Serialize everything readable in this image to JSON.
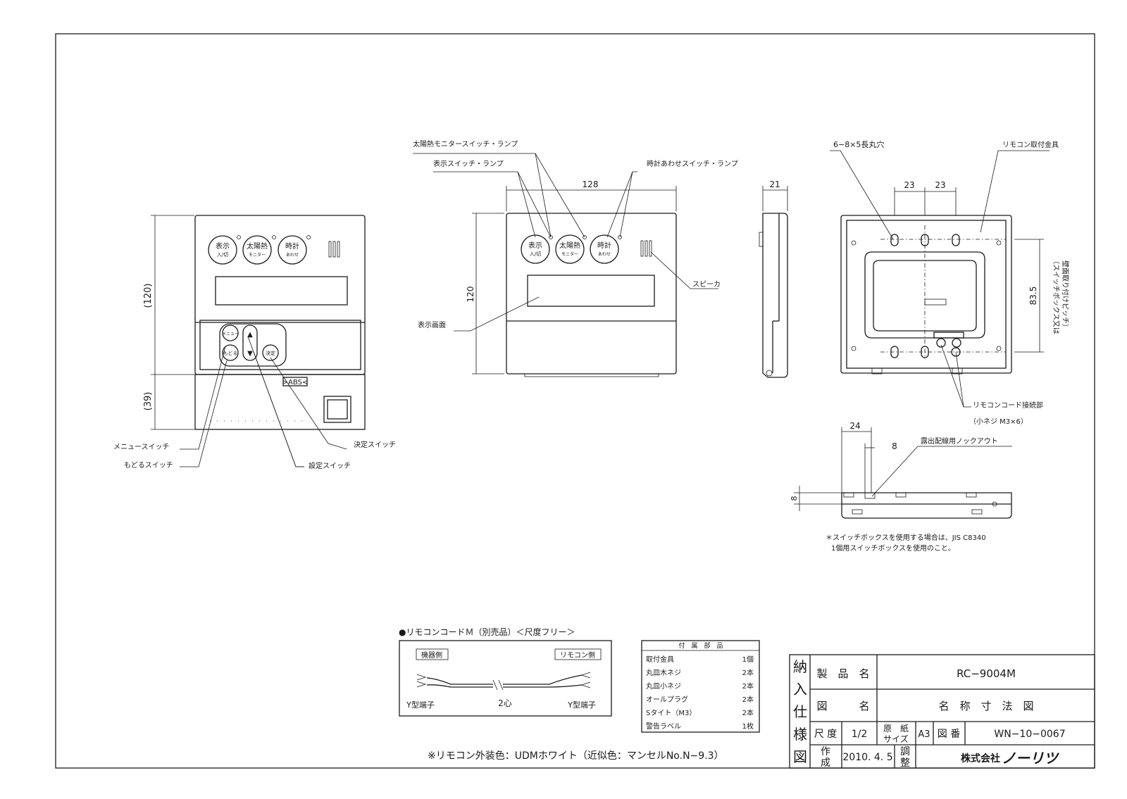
{
  "front_view": {
    "dim_upper": "(120)",
    "dim_lower": "(39)",
    "button_hyoji": "表示",
    "button_hyoji_sub": "入/切",
    "button_taiyonetsu": "太陽熱",
    "button_taiyonetsu_sub": "モニター",
    "button_tokei": "時計",
    "button_tokei_sub": "あわせ",
    "button_menu": "メニュー",
    "button_modoru": "もどる",
    "button_kettei": "決定",
    "abs_mark": ">ABS<",
    "callouts": {
      "menu_switch": "メニュースイッチ",
      "modoru_switch": "もどるスイッチ",
      "kettei_switch": "決定スイッチ",
      "settei_switch": "設定スイッチ"
    }
  },
  "mid_view": {
    "dim_width": "128",
    "dim_height": "120",
    "callouts": {
      "solar_monitor": "太陽熱モニタースイッチ・ランプ",
      "display_switch": "表示スイッチ・ランプ",
      "clock_switch": "時計あわせスイッチ・ランプ",
      "speaker": "スピーカ",
      "display_screen": "表示画面"
    }
  },
  "side_view": {
    "dim_depth": "21"
  },
  "back_view": {
    "holes_label": "6−8×5長丸穴",
    "bracket_label": "リモコン取付金具",
    "dim_pitch_1": "23",
    "dim_pitch_2": "23",
    "dim_vertical": "83.5",
    "vertical_note": "（スイッチボックス又は",
    "vertical_note_2": "壁面取り付けピッチ）",
    "cord_connection": "リモコンコード接続部",
    "cord_screw": "（小ネジ  M3×6）"
  },
  "bottom_view": {
    "dim_24": "24",
    "dim_8_horizontal": "8",
    "dim_8_vertical": "8",
    "knockout_label": "露出配線用ノックアウト",
    "note_line_1": "＊スイッチボックスを使用する場合は、JIS C8340",
    "note_line_2": "1個用スイッチボックスを使用のこと。"
  },
  "cord_box": {
    "title": "●リモコンコードＭ（別売品）＜尺度フリー＞",
    "left_label": "機器側",
    "right_label": "リモコン側",
    "left_terminal": "Y型端子",
    "center_label": "2心",
    "right_terminal": "Y型端子"
  },
  "parts_table": {
    "header": "付　属　部　品",
    "rows": [
      {
        "name": "取付金具",
        "qty": "1個"
      },
      {
        "name": "丸皿木ネジ",
        "qty": "2本"
      },
      {
        "name": "丸皿小ネジ",
        "qty": "2本"
      },
      {
        "name": "オールプラグ",
        "qty": "2本"
      },
      {
        "name": "Sタイト（M3）",
        "qty": "2本"
      },
      {
        "name": "警告ラベル",
        "qty": "1枚"
      }
    ]
  },
  "color_note": "※リモコン外装色：UDMホワイト（近似色：マンセルNo.N−9.3）",
  "title_block": {
    "side_chars": [
      "納",
      "入",
      "仕",
      "様",
      "図"
    ],
    "product_name_label": "製　品　名",
    "product_name_value": "RC−9004M",
    "drawing_name_label": "図　　　名",
    "drawing_name_value": "名　称　寸　法　図",
    "scale_label": "尺 度",
    "scale_value": "1/2",
    "paper_label_1": "原　紙",
    "paper_label_2": "サイズ",
    "paper_value": "A3",
    "drawing_no_label": "図 番",
    "drawing_no_value": "WN−10−0067",
    "created_label_1": "作",
    "created_label_2": "成",
    "created_value": "2010. 4. 5",
    "adjust_label_1": "調",
    "adjust_label_2": "整",
    "company": "株式会社",
    "company_logo": "ノーリツ"
  }
}
